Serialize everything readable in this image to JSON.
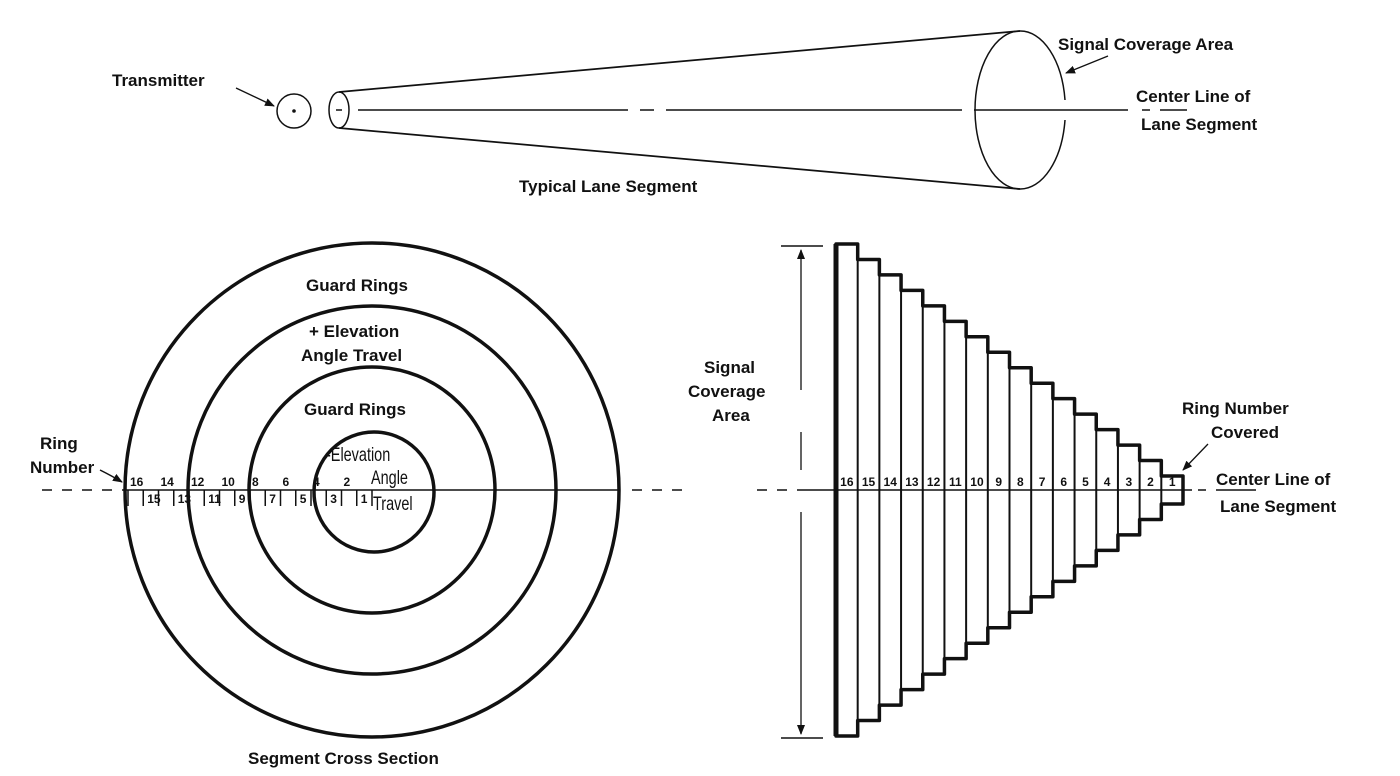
{
  "top_diagram": {
    "title": "Typical Lane Segment",
    "transmitter_label": "Transmitter",
    "coverage_label": "Signal Coverage Area",
    "center_line_label": [
      "Center Line of",
      "Lane Segment"
    ]
  },
  "cross_section": {
    "title": "Segment Cross Section",
    "outer_band_label": "Guard Rings",
    "plus_band_label": [
      "+ Elevation",
      "Angle Travel"
    ],
    "inner_band_label": "Guard Rings",
    "center_label": [
      "-Elevation",
      "Angle",
      "Travel"
    ],
    "ring_number_label": [
      "Ring",
      "Number"
    ],
    "even_ring_numbers": [
      "16",
      "14",
      "12",
      "10",
      "8",
      "6",
      "4",
      "2"
    ],
    "odd_ring_numbers": [
      "15",
      "13",
      "11",
      "9",
      "7",
      "5",
      "3",
      "1"
    ]
  },
  "step_diagram": {
    "coverage_label": [
      "Signal",
      "Coverage",
      "Area"
    ],
    "ring_covered_label": [
      "Ring Number",
      "Covered"
    ],
    "center_line_label": [
      "Center Line of",
      "Lane Segment"
    ],
    "ring_numbers": [
      "16",
      "15",
      "14",
      "13",
      "12",
      "11",
      "10",
      "9",
      "8",
      "7",
      "6",
      "5",
      "4",
      "3",
      "2",
      "1"
    ]
  }
}
